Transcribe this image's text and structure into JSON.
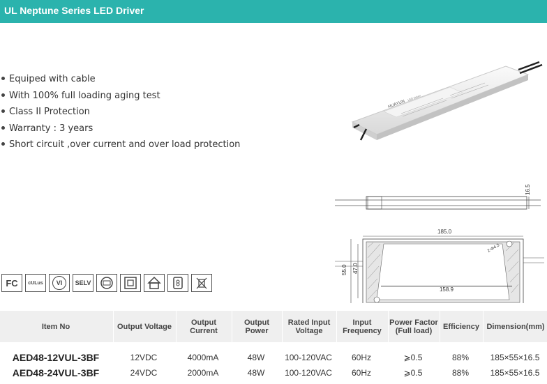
{
  "header": {
    "title": "UL Neptune Series LED Driver"
  },
  "features": [
    "Equiped with cable",
    "With 100% full loading aging test",
    "Class II Protection",
    "Warranty : 3 years",
    "Short circuit ,over current and over load protection"
  ],
  "product_image": {
    "brand": "HUAYUN",
    "label": "LED Driver"
  },
  "drawing": {
    "height_dim": "16.5",
    "length_dim": "185.0",
    "width_outer": "55.0",
    "width_inner": "47.0",
    "hole_label": "2-Φ4.3",
    "hole_spacing": "158.9"
  },
  "certifications": [
    "FC-icon",
    "UL-icon",
    "VI-icon",
    "SELV-icon",
    "ip-rating-icon",
    "class2-icon",
    "indoor-use-icon",
    "safety-transformer-icon",
    "no-bin-icon"
  ],
  "cert_labels": {
    "fc": "FC",
    "ul": "cULus",
    "vi": "VI",
    "selv": "SELV"
  },
  "table": {
    "headers": [
      "Item No",
      "Output Voltage",
      "Output Current",
      "Output Power",
      "Rated Input Voltage",
      "Input Frequency",
      "Power Factor (Full load)",
      "Efficiency",
      "Dimension(mm)"
    ],
    "rows": [
      [
        "AED48-12VUL-3BF",
        "12VDC",
        "4000mA",
        "48W",
        "100-120VAC",
        "60Hz",
        "⩾0.5",
        "88%",
        "185×55×16.5"
      ],
      [
        "AED48-24VUL-3BF",
        "24VDC",
        "2000mA",
        "48W",
        "100-120VAC",
        "60Hz",
        "⩾0.5",
        "88%",
        "185×55×16.5"
      ]
    ]
  }
}
